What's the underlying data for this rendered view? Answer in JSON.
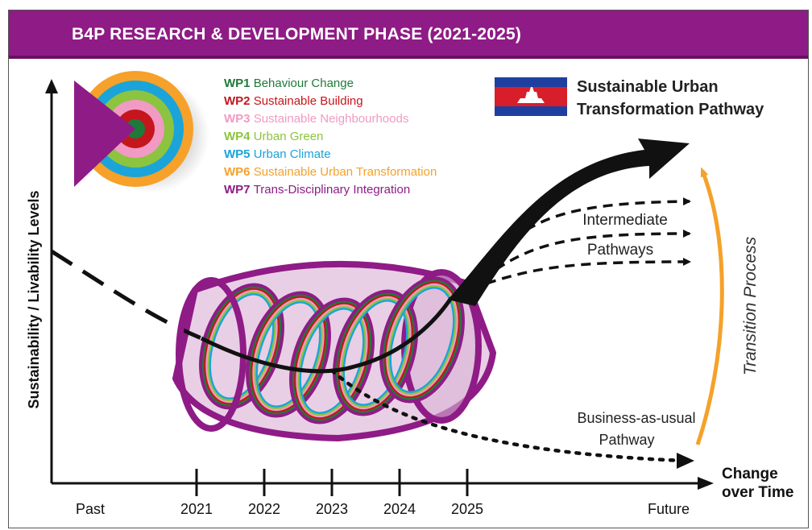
{
  "header": {
    "title": "B4P RESEARCH & DEVELOPMENT PHASE (2021-2025)"
  },
  "legend": [
    {
      "code": "WP1",
      "label": "Behaviour Change",
      "color": "#1e7a3a"
    },
    {
      "code": "WP2",
      "label": "Sustainable Building",
      "color": "#c4161c"
    },
    {
      "code": "WP3",
      "label": "Sustainable Neighbourhoods",
      "color": "#f19ac3"
    },
    {
      "code": "WP4",
      "label": "Urban Green",
      "color": "#8cc43f"
    },
    {
      "code": "WP5",
      "label": "Urban Climate",
      "color": "#1aa4d9"
    },
    {
      "code": "WP6",
      "label": "Sustainable Urban Transformation",
      "color": "#f5a12a"
    },
    {
      "code": "WP7",
      "label": "Trans-Disciplinary Integration",
      "color": "#8f1b86"
    }
  ],
  "target": {
    "line1": "Sustainable Urban",
    "line2": "Transformation Pathway"
  },
  "axes": {
    "y_label": "Sustainability / Livability Levels",
    "x_label_line1": "Change",
    "x_label_line2": "over Time",
    "ticks": [
      "Past",
      "2021",
      "2022",
      "2023",
      "2024",
      "2025",
      "Future"
    ]
  },
  "intermediate": {
    "line1": "Intermediate",
    "line2": "Pathways"
  },
  "bau": {
    "line1": "Business-as-usual",
    "line2": "Pathway"
  },
  "transition": {
    "label": "Transition Process"
  },
  "colors": {
    "purple": "#8f1b86",
    "orange": "#f5a12a",
    "black": "#111111",
    "flag_blue": "#1f3fa0",
    "flag_red": "#d81e2a"
  }
}
